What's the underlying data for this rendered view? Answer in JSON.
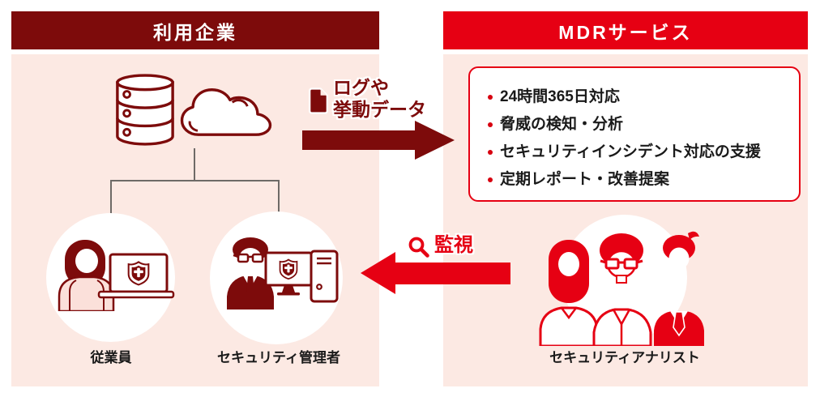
{
  "left_panel": {
    "header": "利用企業",
    "actors": [
      {
        "label": "従業員",
        "icon": "employee-with-laptop-icon"
      },
      {
        "label": "セキュリティ管理者",
        "icon": "admin-with-monitor-icon"
      }
    ],
    "infra_icons": [
      "database-icon",
      "cloud-icon"
    ]
  },
  "right_panel": {
    "header": "MDRサービス",
    "services": [
      "24時間365日対応",
      "脅威の検知・分析",
      "セキュリティインシデント対応の支援",
      "定期レポート・改善提案"
    ],
    "actor_label": "セキュリティアナリスト",
    "actor_icon": "analysts-group-icon"
  },
  "flows": {
    "to_mdr": {
      "line1": "ログや",
      "line2": "挙動データ",
      "icon": "document-icon",
      "direction": "right"
    },
    "to_company": {
      "label": "監視",
      "icon": "search-icon",
      "direction": "left"
    }
  },
  "colors": {
    "dark_red": "#7D0B0B",
    "bright_red": "#E60013",
    "panel_pink": "#FCE9E3",
    "connector_gray": "#6E6A67",
    "text_black": "#1A1A1A",
    "skin_light_pink": "#FBE0DA"
  }
}
